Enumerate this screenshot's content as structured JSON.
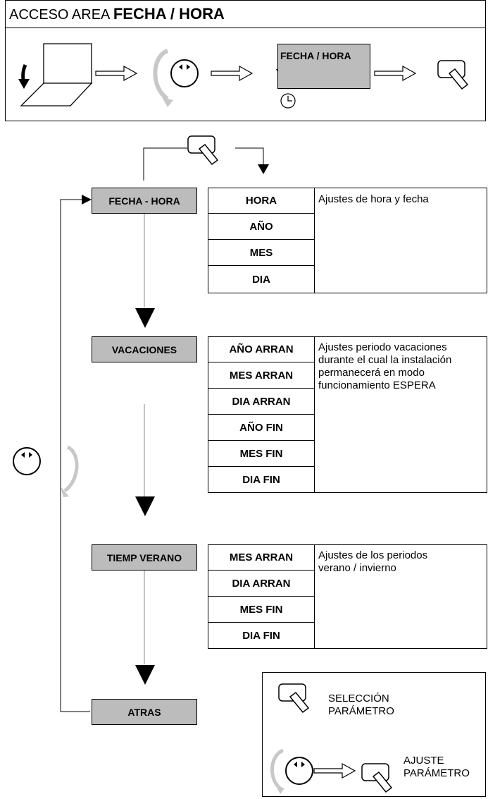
{
  "header": {
    "title_prefix": "ACCESO AREA ",
    "title_bold": "FECHA / HORA",
    "display_label": "FECHA / HORA"
  },
  "menu": [
    {
      "label": "FECHA - HORA",
      "items": [
        "HORA",
        "AÑO",
        "MES",
        "DIA"
      ],
      "description": "Ajustes de hora y fecha"
    },
    {
      "label": "VACACIONES",
      "items": [
        "AÑO ARRAN",
        "MES ARRAN",
        "DIA ARRAN",
        "AÑO FIN",
        "MES FIN",
        "DIA FIN"
      ],
      "description": "Ajustes periodo vacaciones\ndurante el cual la instalación\npermanecerá en modo\nfuncionamiento ESPERA"
    },
    {
      "label": "TIEMP VERANO",
      "items": [
        "MES ARRAN",
        "DIA ARRAN",
        "MES FIN",
        "DIA FIN"
      ],
      "description": "Ajustes de los periodos\nverano / invierno"
    }
  ],
  "back_label": "ATRAS",
  "legend": {
    "select_line1": "SELECCIÓN",
    "select_line2": "PARÁMETRO",
    "adjust_line1": "AJUSTE",
    "adjust_line2": "PARÁMETRO"
  },
  "icons": [
    "rotate-arrow-icon",
    "laptop-icon",
    "knob-icon",
    "button-icon",
    "clock-icon",
    "arrow-right-icon",
    "arrow-down-icon"
  ],
  "colors": {
    "label_fill": "#bcbcbc",
    "line": "#000000",
    "knob_arrow": "#c8c8c8"
  }
}
